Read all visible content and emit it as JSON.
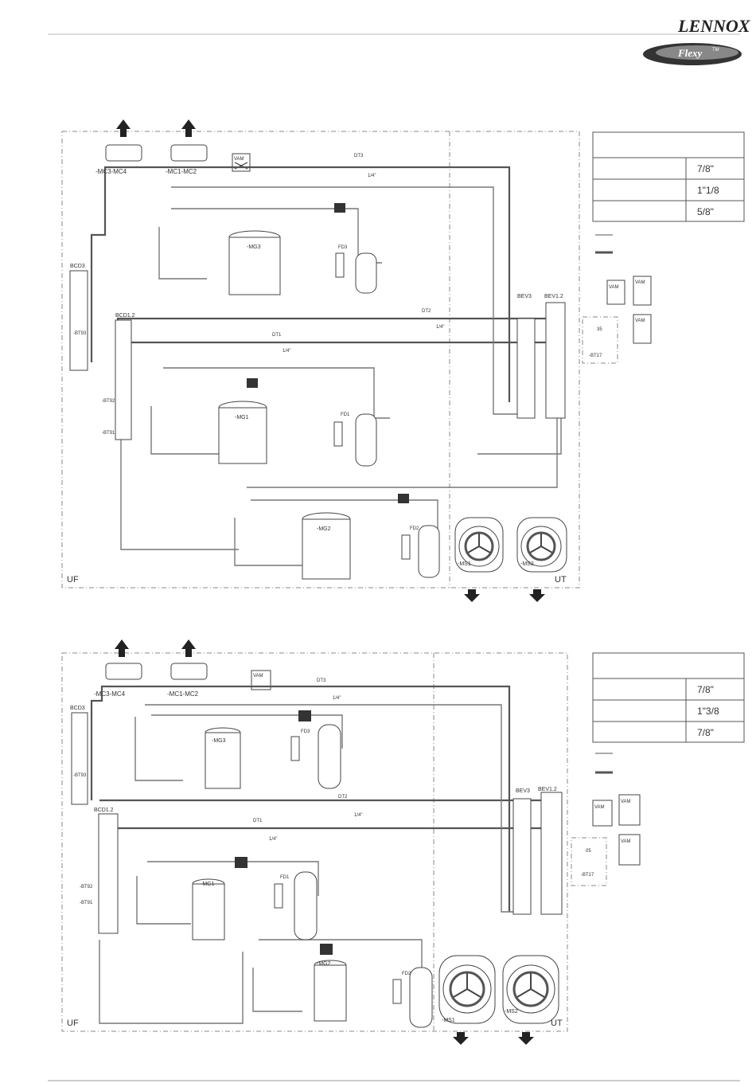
{
  "header": {
    "brand": "LENNOX",
    "badge": "Flexy",
    "badge_tm": "TM"
  },
  "diagrams": [
    {
      "pipes_table": [
        "7/8\"",
        "1\"1/8",
        "5/8\""
      ],
      "legend_small": [
        "VAM",
        "VAM",
        "VAM"
      ],
      "sensor_box": "35",
      "sensor_label": "-BT17",
      "labels": {
        "mc34": "-MC3-MC4",
        "mc12": "-MC1-MC2",
        "vam_top": "VAM",
        "bcd3": "BCD3",
        "bt93": "-BT93",
        "bcd12": "BCD1.2",
        "bt92": "-BT92",
        "bt91": "-BT91",
        "dt3": "DT3",
        "dt2": "DT2",
        "dt1": "DT1",
        "q14a": "1/4\"",
        "q14b": "1/4\"",
        "q14c": "1/4\"",
        "mg3": "-MG3",
        "mg1": "-MG1",
        "mg2": "-MG2",
        "fd3": "FD3",
        "fd1": "FD1",
        "fd2": "FD2",
        "bev3": "BEV3",
        "bev12": "BEV1.2",
        "ms1": "-MS1",
        "ms2": "-MS2",
        "uf": "UF",
        "ut": "UT"
      }
    },
    {
      "pipes_table": [
        "7/8\"",
        "1\"3/8",
        "7/8\""
      ],
      "legend_small": [
        "VAM",
        "VAM",
        "VAM"
      ],
      "sensor_box": "05",
      "sensor_label": "-BT17",
      "labels": {
        "mc34": "-MC3-MC4",
        "mc12": "-MC1-MC2",
        "vam_top": "VAM",
        "bcd3": "BCD3",
        "bt93": "-BT93",
        "bcd12": "BCD1.2",
        "bt92": "-BT92",
        "bt91": "-BT91",
        "dt3": "DT3",
        "dt2": "DT2",
        "dt1": "DT1",
        "q14a": "1/4\"",
        "q14b": "1/4\"",
        "q14c": "1/4\"",
        "mg3": "-MG3",
        "mg1": "-MG1",
        "mg2": "-MG2",
        "fd3": "FD3",
        "fd1": "FD1",
        "fd2": "FD2",
        "bev3": "BEV3",
        "bev12": "BEV1.2",
        "ms1": "-MS1",
        "ms2": "-MS2",
        "uf": "UF",
        "ut": "UT"
      }
    }
  ]
}
